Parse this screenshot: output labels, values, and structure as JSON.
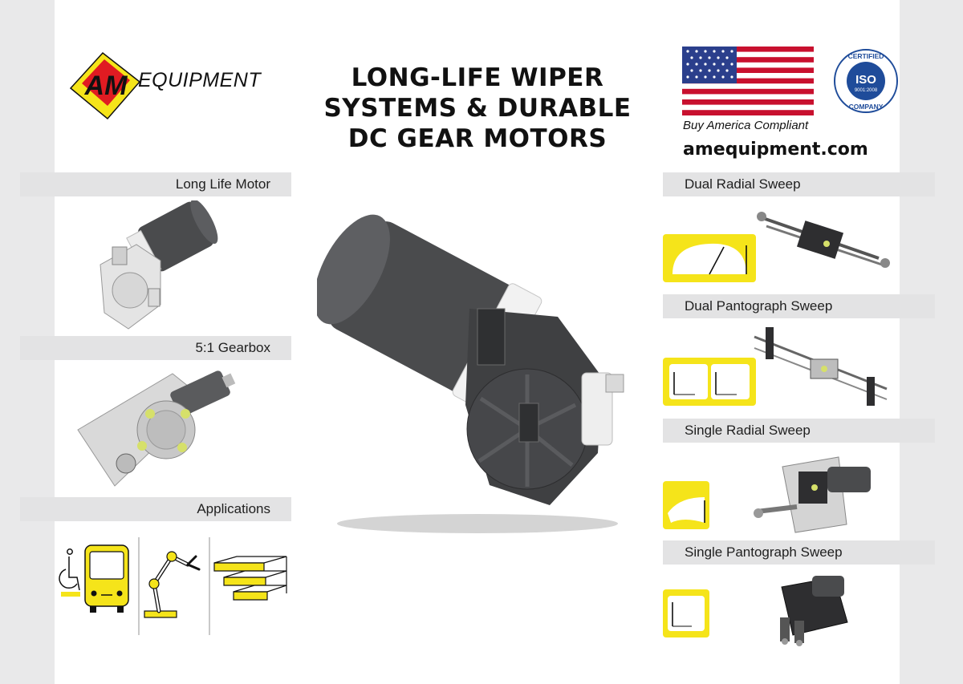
{
  "brand": {
    "logo_letters": "AM",
    "name": "EQUIPMENT",
    "yellow": "#f5e41a",
    "red": "#e01b22"
  },
  "headline": {
    "line1": "LONG-LIFE WIPER",
    "line2": "SYSTEMS & DURABLE",
    "line3": "DC GEAR MOTORS"
  },
  "badges": {
    "flag_caption": "Buy America Compliant",
    "iso_top": "CERTIFIED",
    "iso_mid": "ISO",
    "iso_num": "9001:2008",
    "iso_bottom": "COMPANY",
    "iso_blue": "#1f4c9a"
  },
  "website": "amequipment.com",
  "left_sections": [
    {
      "label": "Long Life Motor",
      "image_icon": "long-life-motor-image"
    },
    {
      "label": "5:1 Gearbox",
      "image_icon": "gearbox-image"
    },
    {
      "label": "Applications",
      "icons": [
        "wheelchair-icon",
        "bus-icon",
        "robot-arm-icon",
        "conveyor-steps-icon"
      ]
    }
  ],
  "right_sections": [
    {
      "label": "Dual Radial Sweep",
      "icon": "dual-radial-sweep-icon"
    },
    {
      "label": "Dual Pantograph Sweep",
      "icon": "dual-pantograph-sweep-icon"
    },
    {
      "label": "Single Radial Sweep",
      "icon": "single-radial-sweep-icon"
    },
    {
      "label": "Single Pantograph Sweep",
      "icon": "single-pantograph-sweep-icon"
    }
  ],
  "colors": {
    "accent_yellow": "#f5e41a",
    "label_bar": "#e3e3e4",
    "motor_dark": "#4a4b4d",
    "housing_white": "#f2f2f2"
  }
}
